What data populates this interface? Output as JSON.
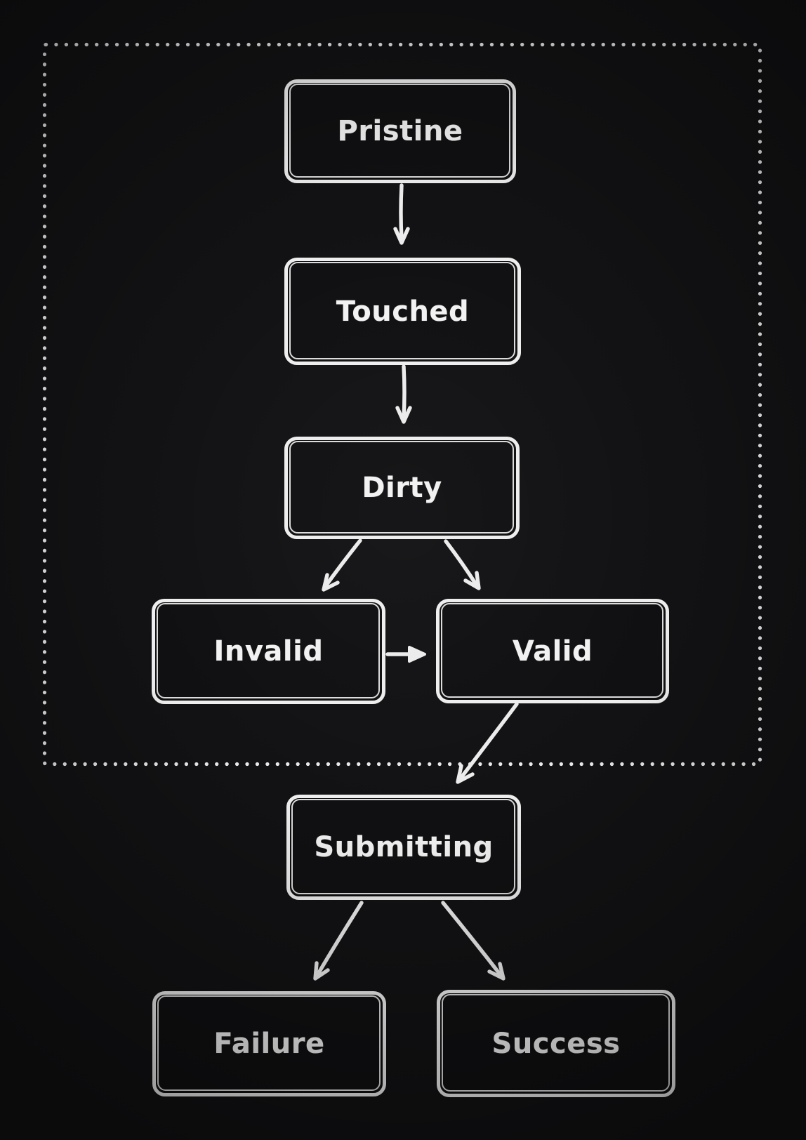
{
  "diagram": {
    "colors": {
      "background": "#121214",
      "stroke": "#ececec",
      "text": "#f2f2f2"
    },
    "nodes": {
      "pristine": {
        "label": "Pristine"
      },
      "touched": {
        "label": "Touched"
      },
      "dirty": {
        "label": "Dirty"
      },
      "invalid": {
        "label": "Invalid"
      },
      "valid": {
        "label": "Valid"
      },
      "submitting": {
        "label": "Submitting"
      },
      "failure": {
        "label": "Failure"
      },
      "success": {
        "label": "Success"
      }
    },
    "edges": [
      {
        "from": "pristine",
        "to": "touched"
      },
      {
        "from": "touched",
        "to": "dirty"
      },
      {
        "from": "dirty",
        "to": "invalid"
      },
      {
        "from": "dirty",
        "to": "valid"
      },
      {
        "from": "invalid",
        "to": "valid"
      },
      {
        "from": "valid",
        "to": "submitting"
      },
      {
        "from": "submitting",
        "to": "failure"
      },
      {
        "from": "submitting",
        "to": "success"
      }
    ],
    "group": {
      "style": "dotted-rectangle",
      "contains": [
        "pristine",
        "touched",
        "dirty",
        "invalid",
        "valid"
      ]
    }
  }
}
